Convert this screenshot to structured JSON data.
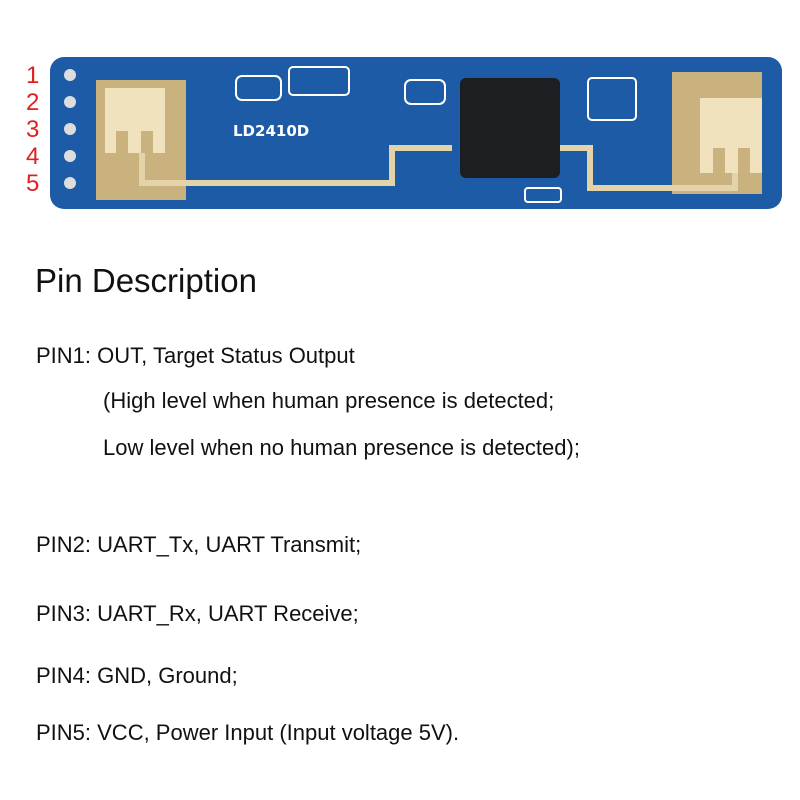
{
  "board": {
    "model_label": "LD2410D",
    "pin_numbers": [
      "1",
      "2",
      "3",
      "4",
      "5"
    ],
    "colors": {
      "pcb": "#1d5ba6",
      "antenna": "#e4d3a8",
      "pin_number": "#e02020"
    }
  },
  "title": "Pin Description",
  "pins": [
    {
      "main": "PIN1: OUT, Target Status Output",
      "notes": [
        "(High level when human presence is detected;",
        "Low level when no human presence is detected);"
      ]
    },
    {
      "main": "PIN2: UART_Tx, UART Transmit;"
    },
    {
      "main": "PIN3: UART_Rx, UART Receive;"
    },
    {
      "main": "PIN4: GND, Ground;"
    },
    {
      "main": "PIN5: VCC, Power Input (Input voltage 5V)."
    }
  ]
}
